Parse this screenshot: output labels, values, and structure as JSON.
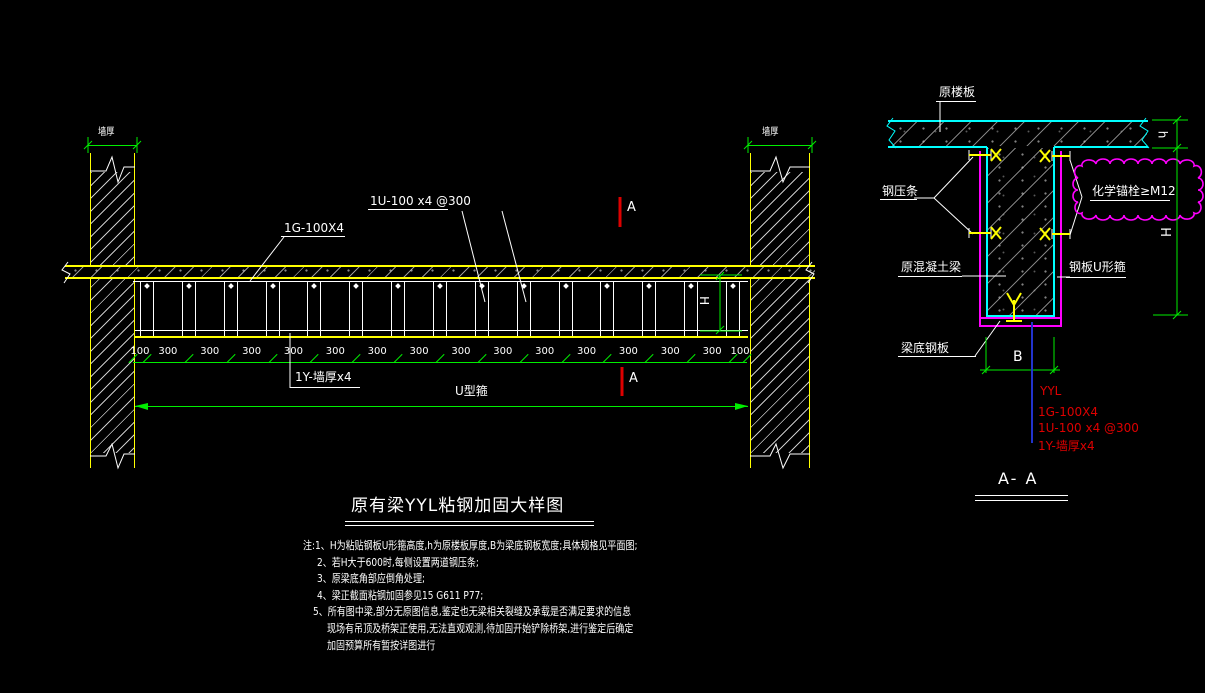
{
  "colors": {
    "background": "#000000",
    "white": "#ffffff",
    "yellow": "#ffff00",
    "green": "#00ee00",
    "cyan": "#00ffff",
    "magenta": "#ff00ff",
    "red": "#dd0000",
    "blue": "#2233cc",
    "hatch_gray": "#9a9a9a"
  },
  "plan": {
    "wall_label_left": "墙厚",
    "wall_label_right": "墙厚",
    "top_plate_label": "1G-100X4",
    "u_strap_label": "1U-100 x4 @300",
    "side_plate_label": "1Y-墙厚x4",
    "u_hoop_label": "U型箍",
    "beam_height_label": "H",
    "section_marker_top": "A",
    "section_marker_bottom": "A",
    "dims": [
      "100",
      "300",
      "300",
      "300",
      "300",
      "300",
      "300",
      "300",
      "300",
      "300",
      "300",
      "300",
      "300",
      "300",
      "300",
      "100"
    ]
  },
  "section": {
    "title": "A- A",
    "slab_label": "原楼板",
    "pressure_strip_label": "钢压条",
    "anchor_label": "化学锚栓≥M12",
    "beam_label": "原混凝土梁",
    "u_hoop_label": "钢板U形箍",
    "bottom_plate_label": "梁底钢板",
    "slab_thickness_dim": "h",
    "beam_height_dim": "H",
    "beam_width_dim": "B",
    "callouts": [
      "YYL",
      "1G-100X4",
      "1U-100 x4 @300",
      "1Y-墙厚x4"
    ]
  },
  "title": "原有梁YYL粘钢加固大样图",
  "notes": [
    "注:1、H为粘贴钢板U形箍高度,h为原楼板厚度,B为梁底钢板宽度;具体规格见平面图;",
    "2、若H大于600时,每侧设置两道钢压条;",
    "3、原梁底角部应倒角处理;",
    "4、梁正截面粘钢加固参见15 G611 P77;",
    "5、所有图中梁,部分无原图信息,鉴定也无梁相关裂缝及承载是否满足要求的信息",
    "现场有吊顶及桥架正使用,无法直观观测,待加固开始铲除桥架,进行鉴定后确定",
    "加固预算所有暂按详图进行"
  ]
}
